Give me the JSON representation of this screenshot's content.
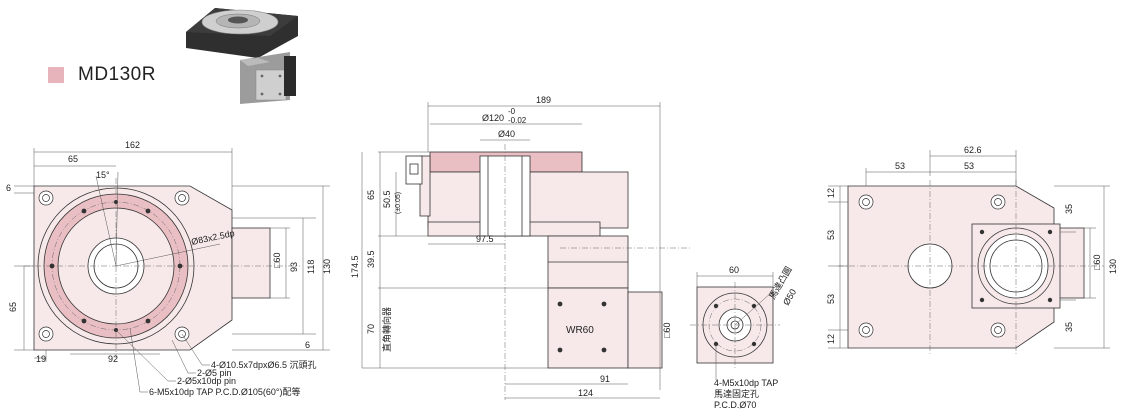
{
  "title": "MD130R",
  "colors": {
    "accent": "#e8b4bc",
    "fill": "#f7e9e9",
    "dark": "#3a3a3a"
  },
  "view1": {
    "d162": "162",
    "d65t": "65",
    "d15": "15°",
    "d6": "6",
    "d83": "Ø83x2.5dp",
    "d60": "□60",
    "d93": "93",
    "d118": "118",
    "d130": "130",
    "d65l": "65",
    "d19": "19",
    "d92": "92",
    "d6r": "6",
    "note1": "4-Ø10.5x7dpxØ6.5 沉頭孔",
    "note2": "2-Ø5 pin",
    "note3": "2-Ø5x10dp pin",
    "note4": "6-M5x10dp TAP P.C.D.Ø105(60°)配等"
  },
  "view2": {
    "d189": "189",
    "d120a": "Ø120",
    "tol_up": "-0",
    "tol_dn": "-0.02",
    "d40": "Ø40",
    "d65": "65",
    "d505": "50.5",
    "d505tol": "(±0.05)",
    "d975": "97.5",
    "d1745": "174.5",
    "d395": "39.5",
    "d70": "70",
    "gear": "直角轉向器",
    "wr": "WR60",
    "d60": "□60",
    "d91": "91",
    "d124": "124"
  },
  "view3": {
    "d60": "60",
    "boss": "馬達凸圓",
    "d50": "Ø50",
    "note1": "4-M5x10dp TAP",
    "note2": "馬達固定孔",
    "note3": "P.C.D.Ø70"
  },
  "view4": {
    "d626": "62.6",
    "d53a": "53",
    "d53b": "53",
    "d12a": "12",
    "d53l1": "53",
    "d53l2": "53",
    "d12b": "12",
    "d35a": "35",
    "d35b": "35",
    "d60": "□60",
    "d130": "130"
  }
}
